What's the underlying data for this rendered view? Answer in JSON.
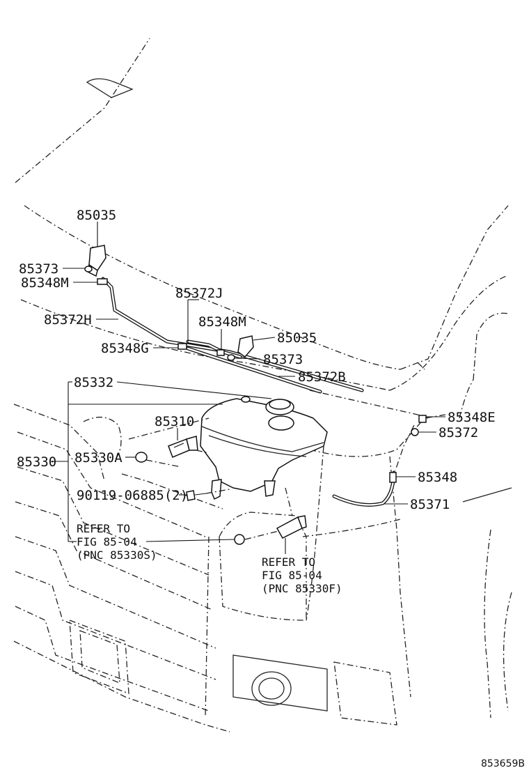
{
  "labels": {
    "p85035_top": "85035",
    "p85373_left": "85373",
    "p85348M_left": "85348M",
    "p85372H": "85372H",
    "p85372J": "85372J",
    "p85348M_mid": "85348M",
    "p85035_right": "85035",
    "p85348G": "85348G",
    "p85373_right": "85373",
    "p85332": "85332",
    "p85372B": "85372B",
    "p85348E": "85348E",
    "p85310": "85310",
    "p85372": "85372",
    "p85330": "85330",
    "p85330A": "85330A",
    "p85348": "85348",
    "p90119": "90119-06885(2)",
    "p85371": "85371"
  },
  "notes": {
    "left": [
      "REFER TO",
      "FIG 85-04",
      "(PNC 85330S)"
    ],
    "right": [
      "REFER TO",
      "FIG 85-04",
      "(PNC 85330F)"
    ]
  },
  "figure_id": "853659B"
}
